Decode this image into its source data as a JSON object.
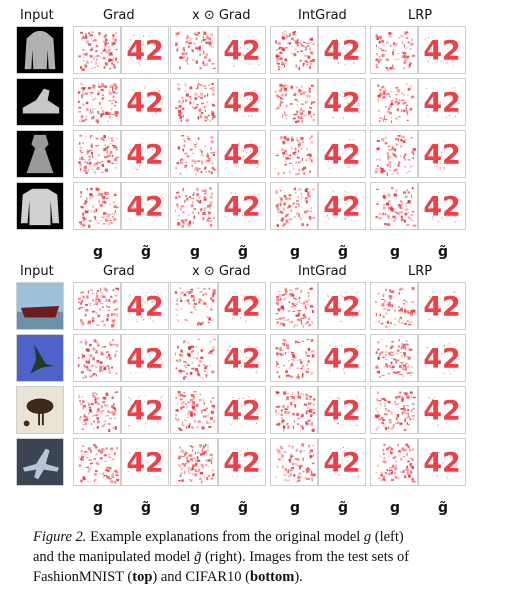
{
  "figure": {
    "column_headers": [
      "Input",
      "Grad",
      "x ⊙ Grad",
      "IntGrad",
      "LRP"
    ],
    "subplot_labels": {
      "original": "g",
      "manipulated": "g̃"
    },
    "target_text": "42",
    "heatmap_color": "#e8202a",
    "panels": [
      {
        "dataset": "FashionMNIST",
        "inputs": [
          {
            "icon": "hoodie-icon",
            "bg": "#000000",
            "fg": "#b0b0b0"
          },
          {
            "icon": "sneaker-icon",
            "bg": "#000000",
            "fg": "#c8c8c8"
          },
          {
            "icon": "dress-icon",
            "bg": "#000000",
            "fg": "#9a9a9a"
          },
          {
            "icon": "sweater-icon",
            "bg": "#000000",
            "fg": "#d0d0d0"
          }
        ]
      },
      {
        "dataset": "CIFAR10",
        "inputs": [
          {
            "icon": "ship-icon",
            "bg": "#9ec1da",
            "fg": "#6a1c1f"
          },
          {
            "icon": "bird-icon",
            "bg": "#4e62c9",
            "fg": "#203a2e"
          },
          {
            "icon": "ostrich-icon",
            "bg": "#e9e4d6",
            "fg": "#3d2a18"
          },
          {
            "icon": "airplane-icon",
            "bg": "#3a4452",
            "fg": "#b8c4d8"
          }
        ]
      }
    ]
  },
  "caption": {
    "label": "Figure 2.",
    "line1": " Example explanations from the original model ",
    "g1": "g",
    "line1b": " (left)",
    "line2a": "and the manipulated model ",
    "g2": "g̃",
    "line2b": " (right). Images from the test sets of",
    "line3a": "FashionMNIST (",
    "top": "top",
    "line3b": ") and CIFAR10 (",
    "bottom": "bottom",
    "line3c": ")."
  }
}
